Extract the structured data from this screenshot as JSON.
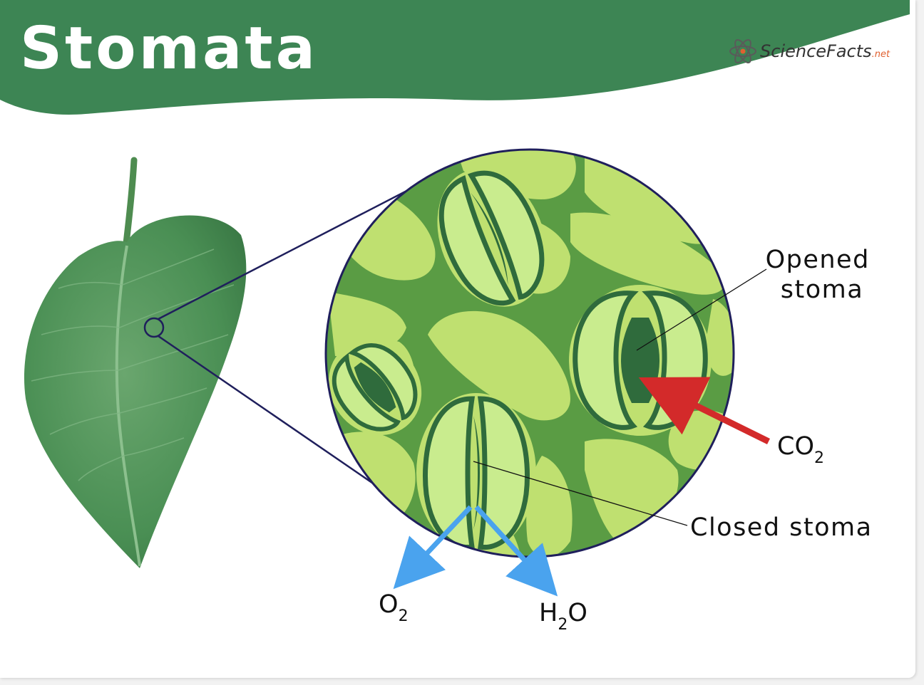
{
  "title": "Stomata",
  "brand": {
    "name": "ScienceFacts",
    "suffix": ".net",
    "icon": "atom-icon"
  },
  "labels": {
    "opened_stoma": [
      "Opened",
      "stoma"
    ],
    "closed_stoma": "Closed stoma",
    "co2": {
      "base": "CO",
      "sub": "2"
    },
    "o2": {
      "base": "O",
      "sub": "2"
    },
    "h2o": {
      "base": "H",
      "sub": "2",
      "tail": "O"
    }
  },
  "colors": {
    "header_green": "#3d8554",
    "tissue_light": "#bfe070",
    "tissue_dark": "#5a9c44",
    "guard_cell": "#c9ec8e",
    "guard_outline": "#2f6b3c",
    "leaf": "#4a8f54",
    "zoom_line": "#1f1f5c",
    "co2_arrow": "#d32a2a",
    "gas_arrow": "#4aa3ee"
  }
}
